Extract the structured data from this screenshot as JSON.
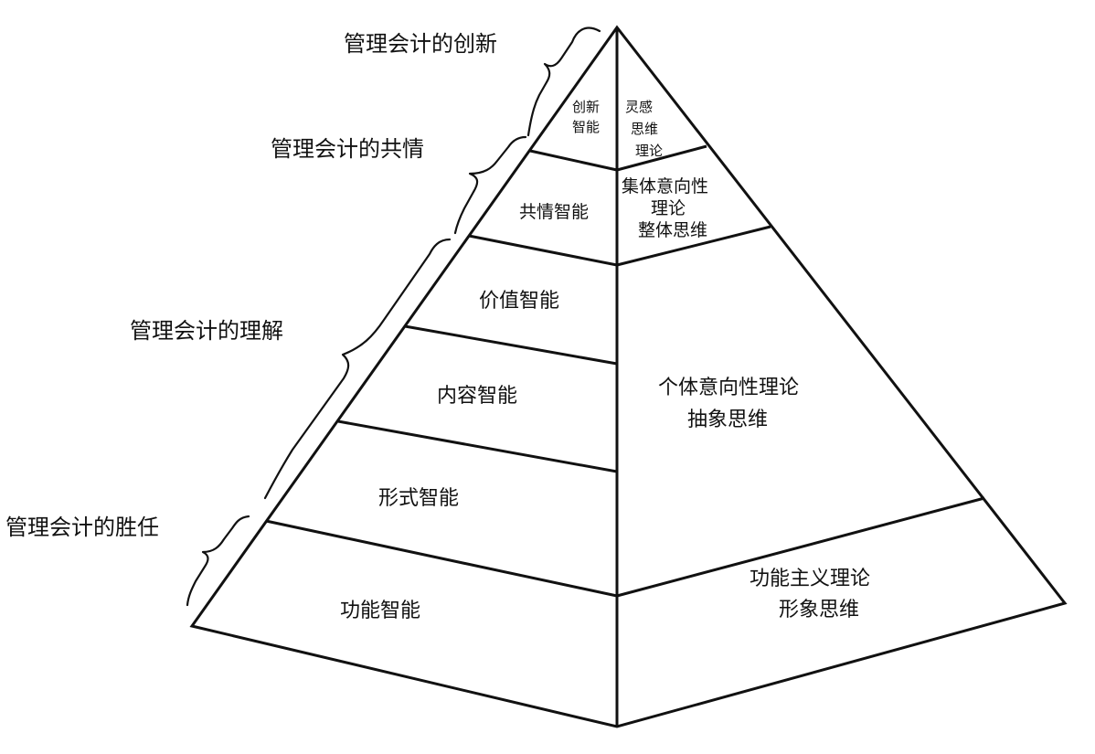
{
  "side_labels": {
    "innovation": "管理会计的创新",
    "empathy": "管理会计的共情",
    "understanding": "管理会计的理解",
    "competence": "管理会计的胜任"
  },
  "left_face": {
    "innovation_intelligence": [
      "创新",
      "智能"
    ],
    "empathy_intelligence": "共情智能",
    "value_intelligence": "价值智能",
    "content_intelligence": "内容智能",
    "form_intelligence": "形式智能",
    "function_intelligence": "功能智能"
  },
  "right_face": {
    "inspiration": [
      "灵感",
      "思维",
      "理论"
    ],
    "collective": [
      "集体意向性",
      "理论",
      "整体思维"
    ],
    "individual": [
      "个体意向性理论",
      "抽象思维"
    ],
    "functionalism": [
      "功能主义理论",
      "形象思维"
    ]
  }
}
